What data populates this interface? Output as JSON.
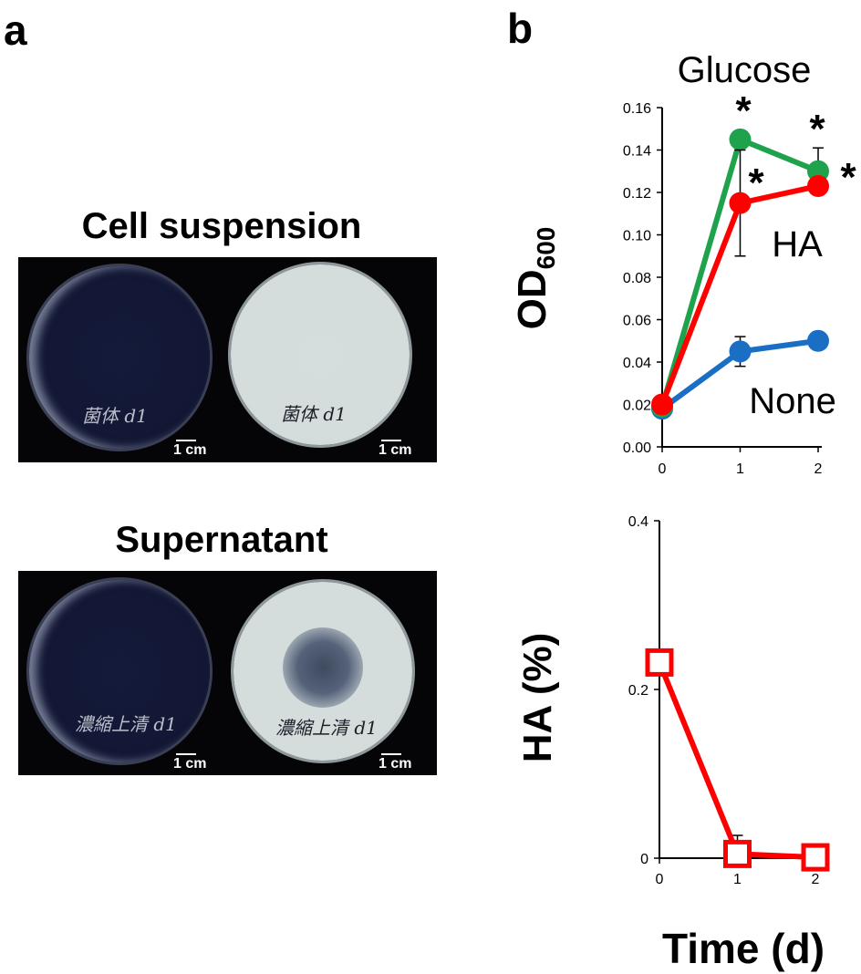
{
  "panel_a": {
    "letter": "a",
    "top_title": "Cell suspension",
    "bottom_title": "Supernatant",
    "top_left_label": "菌体 d1",
    "top_right_label": "菌体 d1",
    "bottom_left_label": "濃縮上清 d1",
    "bottom_right_label": "濃縮上清 d1",
    "scale_label": "1 cm"
  },
  "panel_b": {
    "letter": "b"
  },
  "colors": {
    "glucose": "#1ea24b",
    "ha": "#ff0000",
    "none": "#1a6fc4"
  },
  "chart_data": [
    {
      "type": "line",
      "title": "Glucose",
      "ylabel": "OD600",
      "xlabel": "",
      "x": [
        0,
        1,
        2
      ],
      "ylim": [
        0,
        0.16
      ],
      "yticks": [
        "0.00",
        "0.02",
        "0.04",
        "0.06",
        "0.08",
        "0.10",
        "0.12",
        "0.14",
        "0.16"
      ],
      "xticks": [
        "0",
        "1",
        "2"
      ],
      "series": [
        {
          "name": "Glucose",
          "values": [
            0.019,
            0.145,
            0.13
          ],
          "err": [
            0,
            0,
            0.011
          ],
          "marker": "circle"
        },
        {
          "name": "HA",
          "values": [
            0.02,
            0.115,
            0.123
          ],
          "err": [
            0,
            0.025,
            0
          ],
          "marker": "circle"
        },
        {
          "name": "None",
          "values": [
            0.018,
            0.045,
            0.05
          ],
          "err": [
            0,
            0.007,
            0
          ],
          "marker": "circle"
        }
      ],
      "annotations": [
        "*",
        "*",
        "*",
        "*"
      ],
      "series_labels": [
        "HA",
        "None"
      ]
    },
    {
      "type": "line",
      "ylabel": "HA (%)",
      "xlabel": "Time (d)",
      "x": [
        0,
        1,
        2
      ],
      "ylim": [
        0,
        0.4
      ],
      "yticks": [
        "0",
        "0.2",
        "0.4"
      ],
      "xticks": [
        "0",
        "1",
        "2"
      ],
      "series": [
        {
          "name": "HA",
          "values": [
            0.232,
            0.005,
            0.001
          ],
          "err": [
            0,
            0.022,
            0
          ],
          "marker": "open-square"
        }
      ]
    }
  ]
}
